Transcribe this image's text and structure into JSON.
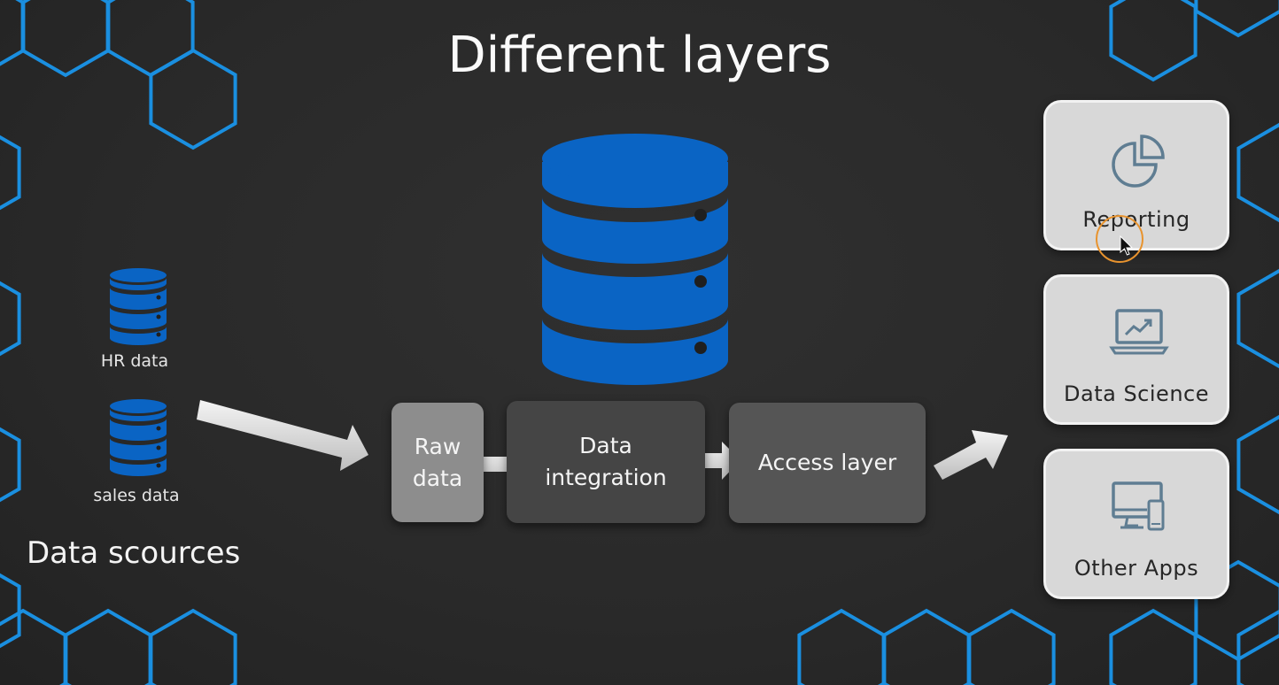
{
  "title": "Different layers",
  "sources": {
    "items": [
      {
        "label": "HR data"
      },
      {
        "label": "sales data"
      }
    ],
    "caption": "Data scources"
  },
  "pipeline": {
    "raw": "Raw\ndata",
    "integration": "Data\nintegration",
    "access": "Access layer"
  },
  "consumers": [
    {
      "label": "Reporting",
      "icon": "pie-chart-icon"
    },
    {
      "label": "Data Science",
      "icon": "laptop-trend-icon"
    },
    {
      "label": "Other Apps",
      "icon": "devices-icon"
    }
  ],
  "colors": {
    "database_blue": "#0a64c4",
    "hexagon_outline": "#1a8fe0",
    "card_icon": "#5f7d92",
    "cursor_ring": "#e8932e"
  }
}
